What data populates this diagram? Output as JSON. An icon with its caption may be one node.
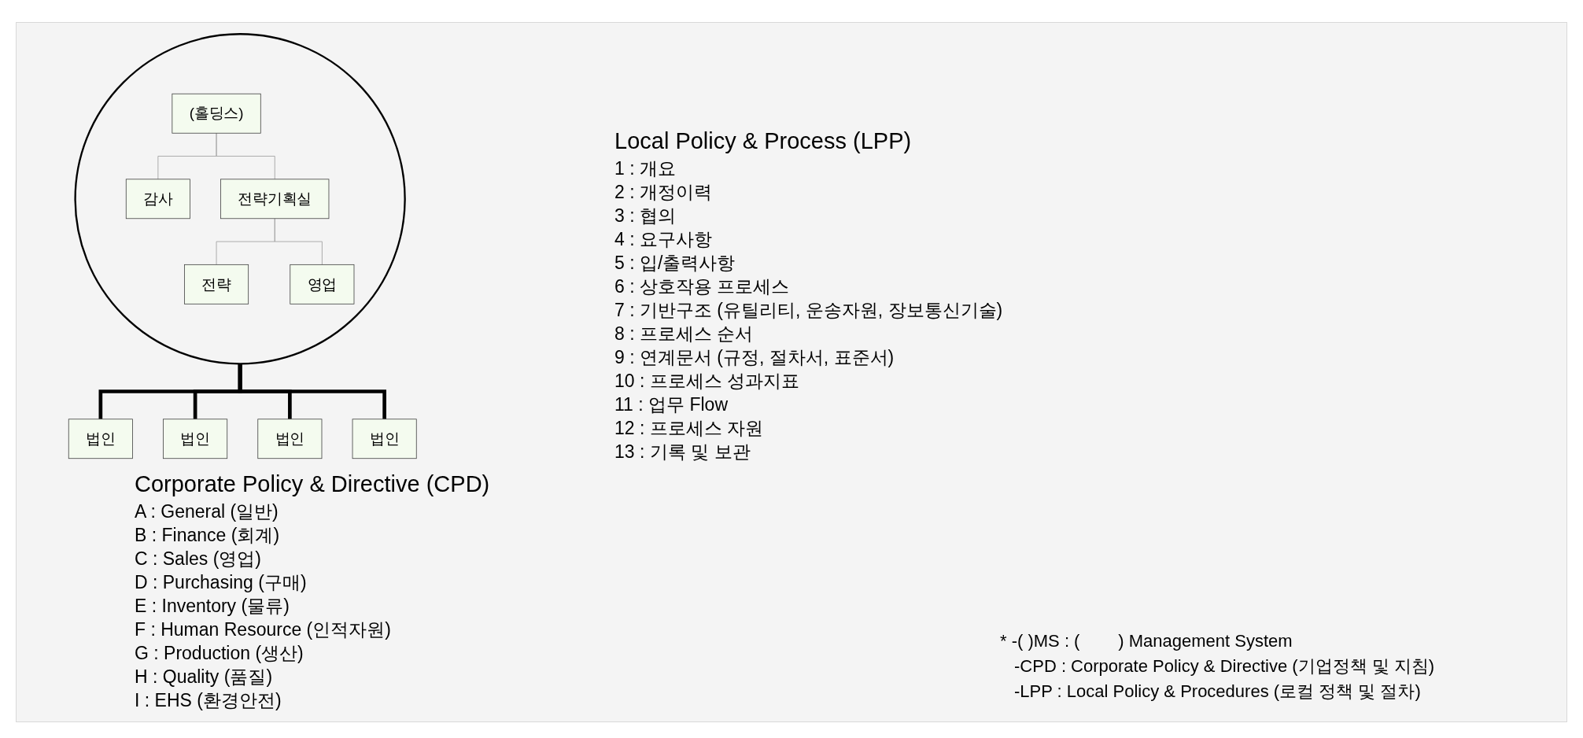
{
  "diagram": {
    "nodes": [
      {
        "text": [],
        "shape": "circle"
      },
      {
        "text": [
          "(홀딩스)"
        ],
        "in": 0
      },
      {
        "text": [
          "감사"
        ],
        "in": 0
      },
      {
        "text": [
          "전략기획실"
        ],
        "in": 0
      },
      {
        "text": [
          "전략"
        ],
        "in": 0
      },
      {
        "text": [
          "영업"
        ],
        "in": 0
      },
      {
        "text": [
          "법인"
        ]
      },
      {
        "text": [
          "법인"
        ]
      },
      {
        "text": [
          "법인"
        ]
      },
      {
        "text": [
          "법인"
        ]
      }
    ],
    "edges": [
      {
        "from": 1,
        "to": 2,
        "arrow": "none",
        "color": "#a6a6a6"
      },
      {
        "from": 1,
        "to": 3,
        "arrow": "none",
        "color": "#a6a6a6"
      },
      {
        "from": 3,
        "to": 4,
        "arrow": "none",
        "color": "#a6a6a6"
      },
      {
        "from": 3,
        "to": 5,
        "arrow": "none",
        "color": "#a6a6a6"
      },
      {
        "from": 0,
        "to": 6,
        "arrow": "none",
        "style": "thick",
        "color": "#000000"
      },
      {
        "from": 0,
        "to": 7,
        "arrow": "none",
        "style": "thick",
        "color": "#000000"
      },
      {
        "from": 0,
        "to": 8,
        "arrow": "none",
        "style": "thick",
        "color": "#000000"
      },
      {
        "from": 0,
        "to": 9,
        "arrow": "none",
        "style": "thick",
        "color": "#000000"
      }
    ],
    "labels": [
      "Corporate Policy & Directive (CPD)",
      "A : General (일반)",
      "B : Finance (회계)",
      "C : Sales (영업)",
      "D : Purchasing (구매)",
      "E : Inventory (물류)",
      "F : Human Resource (인적자원)",
      "G : Production (생산)",
      "H : Quality (품질)",
      "I : EHS (환경안전)",
      "Local Policy & Process (LPP)",
      "1 : 개요",
      "2 : 개정이력",
      "3 : 협의",
      "4 : 요구사항",
      "5 : 입/출력사항",
      "6 : 상호작용 프로세스",
      "7 : 기반구조 (유틸리티, 운송자원, 장보통신기술)",
      "8 : 프로세스 순서",
      "9 : 연계문서 (규정, 절차서, 표준서)",
      "10 : 프로세스 성과지표",
      "11 : 업무 Flow",
      "12 : 프로세스 자원",
      "13 : 기록 및 보관",
      "* -( )MS : (        ) Management System",
      "-CPD : Corporate Policy & Directive (기업정책 및 지침)",
      "-LPP : Local Policy & Procedures (로컬 정책 및 절차)"
    ]
  }
}
